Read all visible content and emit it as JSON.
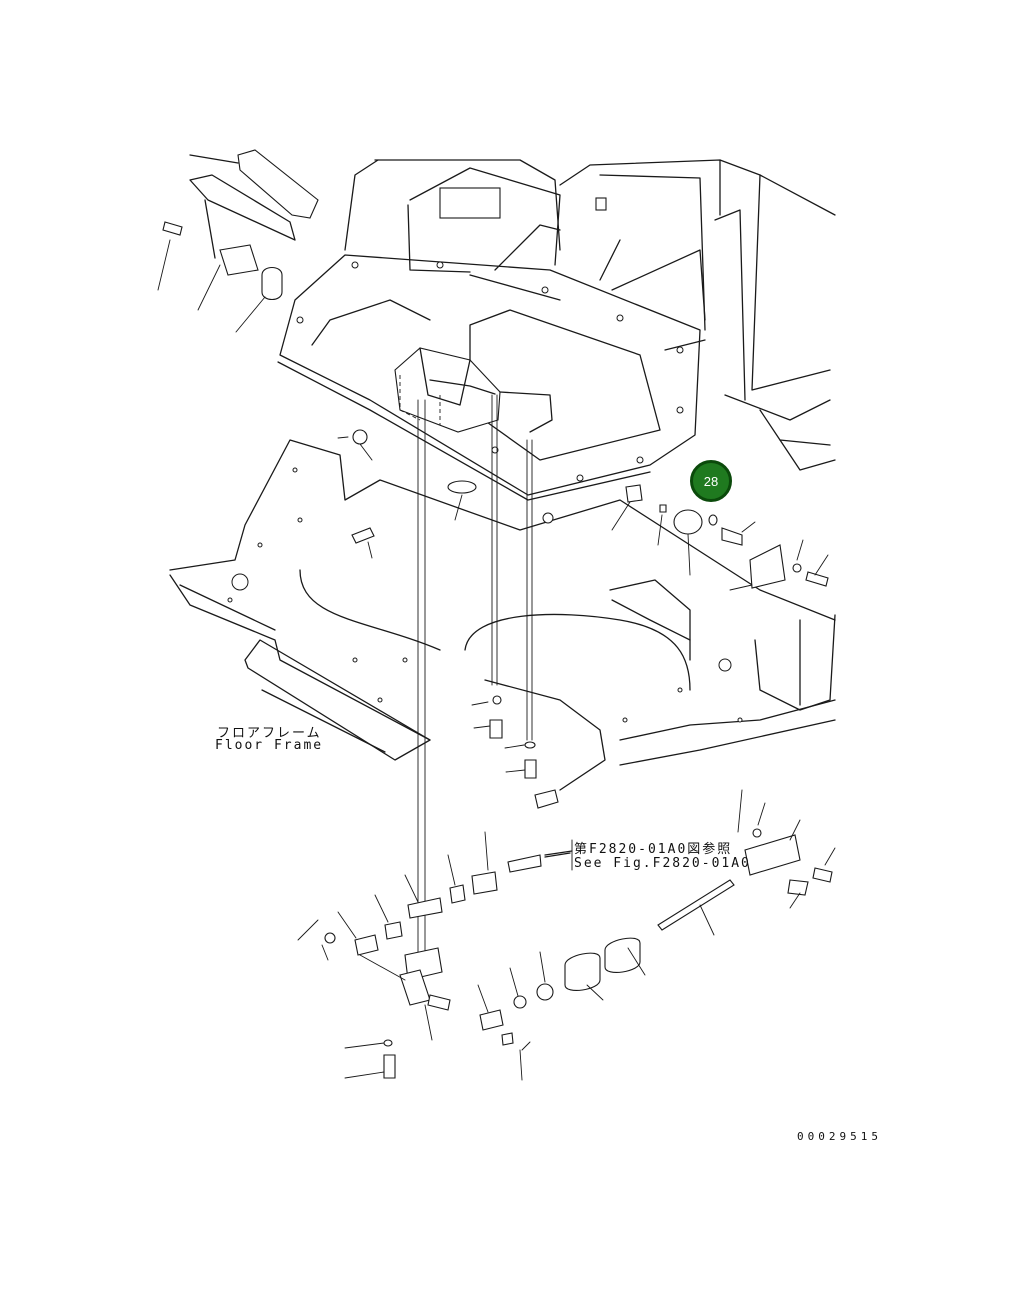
{
  "labels": {
    "floor_frame_jp": "フロアフレーム",
    "floor_frame_en": "Floor Frame",
    "see_fig_jp": "第F2820-01A0図参照",
    "see_fig_en": "See Fig.F2820-01A0",
    "drawing_number": "00029515"
  },
  "callouts": [
    {
      "number": "28",
      "color": "#1f7a1f"
    }
  ]
}
